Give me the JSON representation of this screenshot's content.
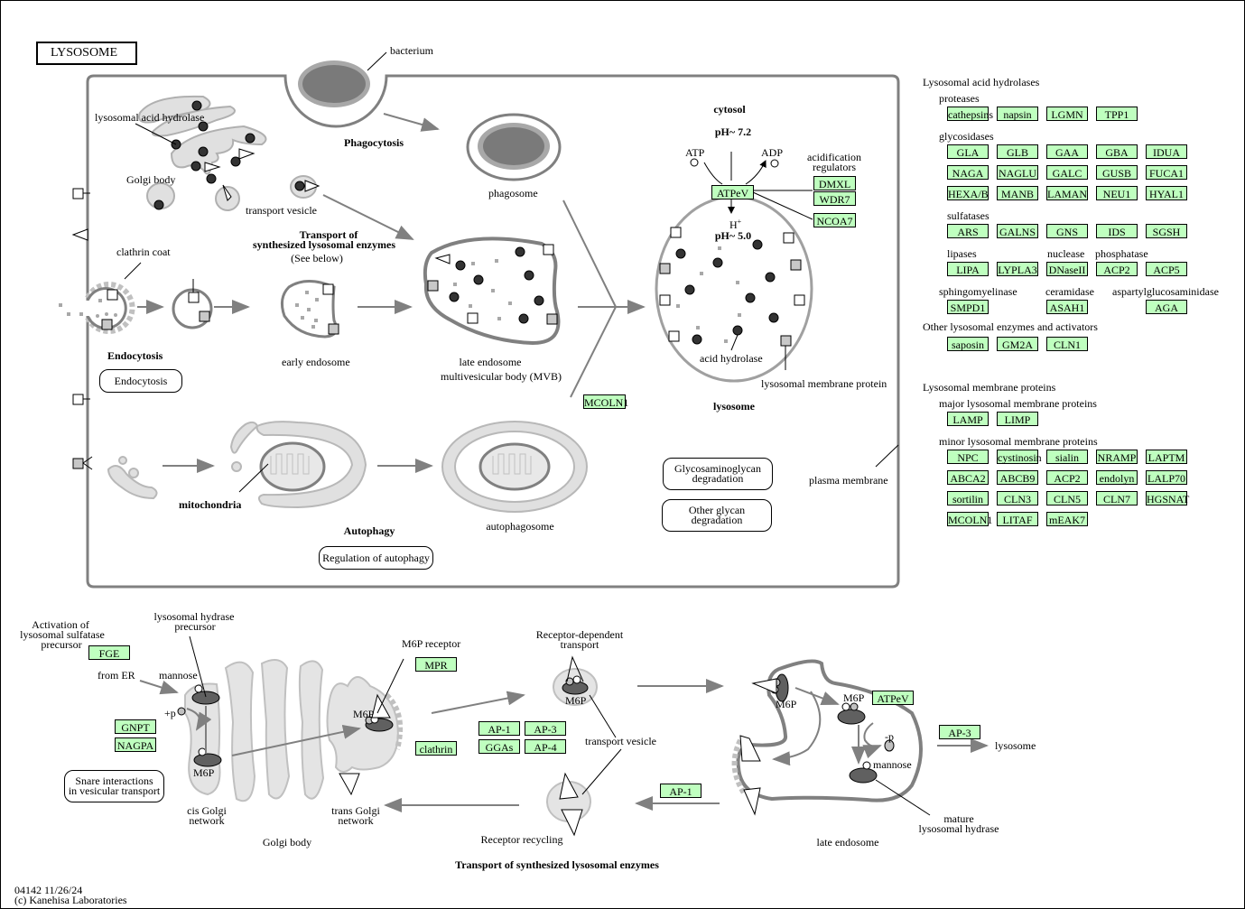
{
  "title": "LYSOSOME",
  "footer": {
    "id_date": "04142 11/26/24",
    "copyright": "(c) Kanehisa Laboratories"
  },
  "colors": {
    "gene_fill": "#bfffbf",
    "membrane": "#808080",
    "organelle_fill": "#e0e0e0",
    "hydrolase": "#333333"
  },
  "cell_labels": {
    "bacterium": "bacterium",
    "lysosomal_acid_hydrolase": "lysosomal acid hydrolase",
    "golgi_body": "Golgi body",
    "transport_vesicle": "transport vesicle",
    "phagocytosis": "Phagocytosis",
    "phagosome": "phagosome",
    "transport_of_1": "Transport of",
    "transport_of_2": "synthesized lysosomal enzymes",
    "see_below": "(See below)",
    "clathrin_coat": "clathrin coat",
    "endocytosis": "Endocytosis",
    "early_endosome": "early  endosome",
    "late_endosome": "late endosome",
    "mvb": "multivesicular body (MVB)",
    "cytosol": "cytosol",
    "ph72": "pH~ 7.2",
    "atp": "ATP",
    "adp": "ADP",
    "h_plus": "H",
    "h_sup": "+",
    "ph50": "pH~ 5.0",
    "acidification_1": "acidification",
    "acidification_2": "regulators",
    "acid_hydrolase": "acid  hydrolase",
    "lysosomal_membrane_protein": "lysosomal membrane protein",
    "lysosome": "lysosome",
    "mitochondria": "mitochondria",
    "autophagy": "Autophagy",
    "autophagosome": "autophagosome",
    "plasma_membrane": "plasma membrane"
  },
  "map_links": {
    "endocytosis": "Endocytosis",
    "regulation_autophagy": "Regulation of autophagy",
    "gag_degradation_1": "Glycosaminoglycan",
    "gag_degradation_2": "degradation",
    "other_glycan_1": "Other glycan",
    "other_glycan_2": "degradation",
    "snare_1": "Snare interactions",
    "snare_2": "in vesicular transport"
  },
  "cell_genes": {
    "atpev": "ATPeV",
    "dmxl": "DMXL",
    "wdr7": "WDR7",
    "ncoa7": "NCOA7",
    "mcoln1": "MCOLN1"
  },
  "legend": {
    "hydrolases_title": "Lysosomal acid hydrolases",
    "proteases_label": "proteases",
    "proteases": [
      "cathepsins",
      "napsin",
      "LGMN",
      "TPP1"
    ],
    "glycosidases_label": "glycosidases",
    "glycosidases": [
      [
        "GLA",
        "GLB",
        "GAA",
        "GBA",
        "IDUA"
      ],
      [
        "NAGA",
        "NAGLU",
        "GALC",
        "GUSB",
        "FUCA1"
      ],
      [
        "HEXA/B",
        "MANB",
        "LAMAN",
        "NEU1",
        "HYAL1"
      ]
    ],
    "sulfatases_label": "sulfatases",
    "sulfatases": [
      "ARS",
      "GALNS",
      "GNS",
      "IDS",
      "SGSH"
    ],
    "lipases_label": "lipases",
    "lipases": [
      "LIPA",
      "LYPLA3"
    ],
    "nuclease_label": "nuclease",
    "nuclease": [
      "DNaseII"
    ],
    "phosphatase_label": "phosphatase",
    "phosphatase": [
      "ACP2",
      "ACP5"
    ],
    "sphingomyelinase_label": "sphingomyelinase",
    "sphingomyelinase": [
      "SMPD1"
    ],
    "ceramidase_label": "ceramidase",
    "ceramidase": [
      "ASAH1"
    ],
    "aga_label": "aspartylglucosaminidase",
    "aga": [
      "AGA"
    ],
    "other_label": "Other lysosomal enzymes and activators",
    "other": [
      "saposin",
      "GM2A",
      "CLN1"
    ],
    "membrane_title": "Lysosomal membrane proteins",
    "major_label": "major lysosomal membrane proteins",
    "major": [
      "LAMP",
      "LIMP"
    ],
    "minor_label": "minor lysosomal membrane proteins",
    "minor": [
      [
        "NPC",
        "cystinosin",
        "sialin",
        "NRAMP",
        "LAPTM"
      ],
      [
        "ABCA2",
        "ABCB9",
        "ACP2",
        "endolyn",
        "LALP70"
      ],
      [
        "sortilin",
        "CLN3",
        "CLN5",
        "CLN7",
        "HGSNAT"
      ],
      [
        "MCOLN1",
        "LITAF",
        "mEAK7"
      ]
    ]
  },
  "transport": {
    "activation_1": "Activation of",
    "activation_2": "lysosomal sulfatase",
    "activation_3": "precursor",
    "fge": "FGE",
    "from_er": "from ER",
    "hydrase_precursor_1": "lysosomal hydrase",
    "hydrase_precursor_2": "precursor",
    "mannose": "mannose",
    "plus_p": "+p",
    "gnpt": "GNPT",
    "nagpa": "NAGPA",
    "m6p": "M6P",
    "m6p_receptor": "M6P receptor",
    "mpr": "MPR",
    "clathrin": "clathrin",
    "cis_golgi_1": "cis Golgi",
    "cis_golgi_2": "network",
    "trans_golgi_1": "trans Golgi",
    "trans_golgi_2": "network",
    "golgi_body": "Golgi body",
    "receptor_dependent_1": "Receptor-dependent",
    "receptor_dependent_2": "transport",
    "ap1": "AP-1",
    "ap3": "AP-3",
    "ggas": "GGAs",
    "ap4": "AP-4",
    "transport_vesicle": "transport vesicle",
    "receptor_recycling": "Receptor recycling",
    "ap1_b": "AP-1",
    "atpev": "ATPeV",
    "minus_p": "-p",
    "mannose_b": "mannose",
    "mature_1": "mature",
    "mature_2": "lysosomal hydrase",
    "late_endosome": "late endosome",
    "ap3_b": "AP-3",
    "lysosome": "lysosome",
    "section_title": "Transport of synthesized lysosomal enzymes"
  }
}
